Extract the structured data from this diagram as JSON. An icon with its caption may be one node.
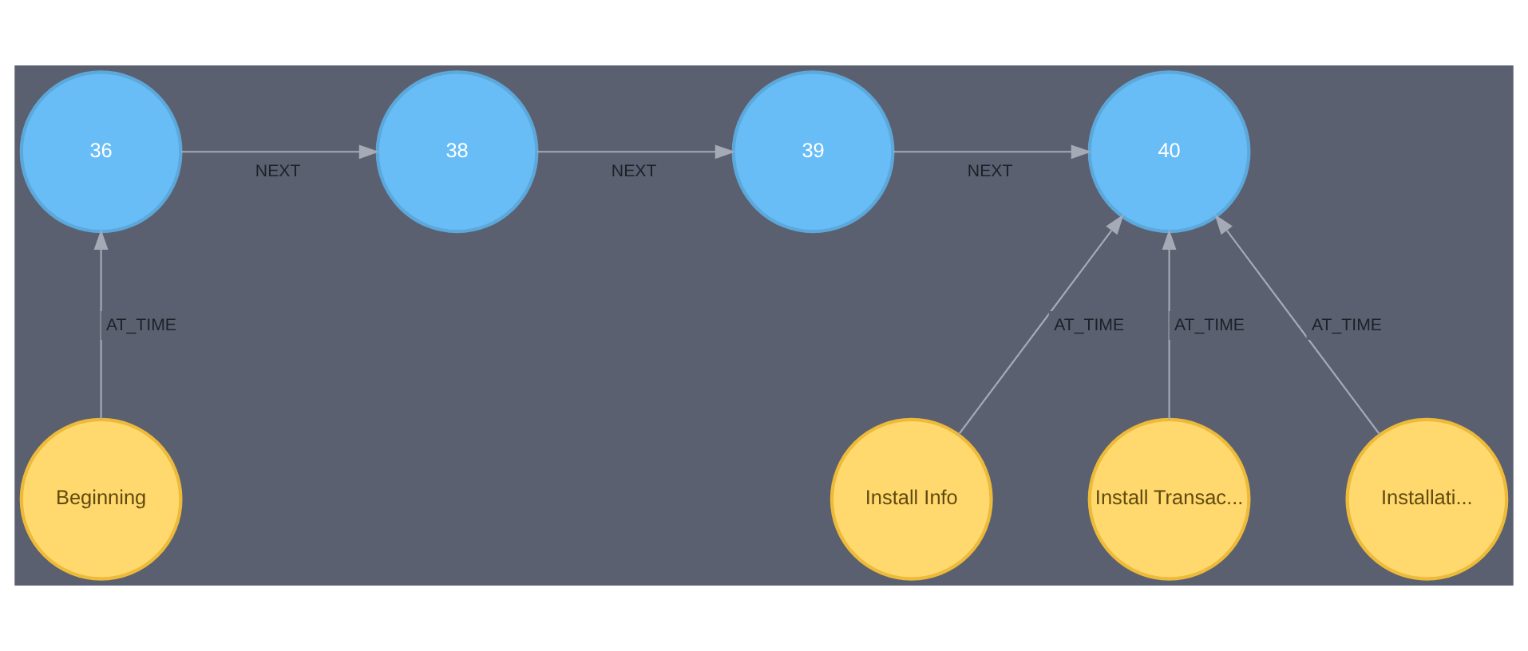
{
  "diagram": {
    "nodes": [
      {
        "text": [
          "36"
        ]
      },
      {
        "text": [
          "38"
        ]
      },
      {
        "text": [
          "39"
        ]
      },
      {
        "text": [
          "40"
        ]
      },
      {
        "text": [
          "Beginning"
        ]
      },
      {
        "text": [
          "Install Info"
        ]
      },
      {
        "text": [
          "Install Transac..."
        ]
      },
      {
        "text": [
          "Installati..."
        ]
      }
    ],
    "edges": [
      {
        "from": 0,
        "to": 1,
        "arrow": "to",
        "label": "NEXT"
      },
      {
        "from": 1,
        "to": 2,
        "arrow": "to",
        "label": "NEXT"
      },
      {
        "from": 2,
        "to": 3,
        "arrow": "to",
        "label": "NEXT"
      },
      {
        "from": 4,
        "to": 0,
        "arrow": "to",
        "label": "AT_TIME"
      },
      {
        "from": 5,
        "to": 3,
        "arrow": "to",
        "label": "AT_TIME"
      },
      {
        "from": 6,
        "to": 3,
        "arrow": "to",
        "label": "AT_TIME"
      },
      {
        "from": 7,
        "to": 3,
        "arrow": "to",
        "label": "AT_TIME"
      }
    ]
  }
}
